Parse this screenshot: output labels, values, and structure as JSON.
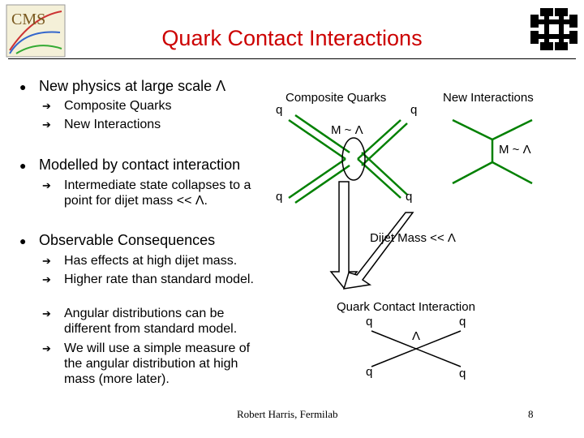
{
  "slide": {
    "title": "Quark Contact Interactions",
    "logos": {
      "left": "CMS",
      "right": "fermilab-logo"
    },
    "bullets": [
      {
        "marker": "l",
        "text": "New physics at large scale Λ",
        "sub": [
          "Composite Quarks",
          "New Interactions"
        ]
      },
      {
        "marker": "l",
        "text": "Modelled by contact interaction",
        "sub": [
          "Intermediate state collapses to a point for dijet mass << Λ."
        ]
      },
      {
        "marker": "l",
        "text": "Observable Consequences",
        "sub": [
          "Has effects at high dijet mass.",
          "Higher rate than standard model.",
          "Angular distributions can be different from standard model.",
          "We will use a simple measure of the angular distribution at high mass (more later)."
        ]
      }
    ],
    "sub_marker": "è",
    "diagram": {
      "composite_label": "Composite Quarks",
      "new_interactions_label": "New Interactions",
      "mass_scale_label": "M ~ Λ",
      "quark_label": "q",
      "dijet_label": "Dijet Mass << Λ",
      "contact_label": "Quark Contact Interaction",
      "lambda_label": "Λ"
    },
    "footer": {
      "author": "Robert Harris, Fermilab",
      "page": "8"
    },
    "colors": {
      "title": "#cc0000",
      "diagram_lines": "#008000",
      "text": "#000000"
    }
  }
}
